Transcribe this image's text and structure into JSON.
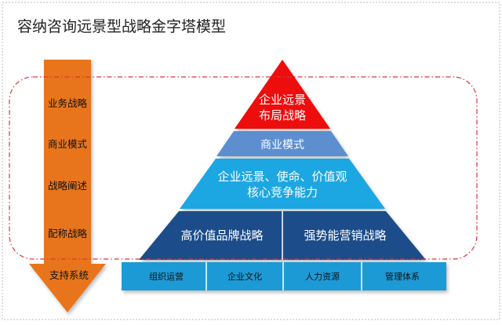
{
  "title": "容纳咨询远景型战略金字塔模型",
  "arrow": {
    "items": [
      "业务战略",
      "商业模式",
      "战略阐述",
      "配称战略",
      "支持系统"
    ]
  },
  "pyramid": {
    "tier1": [
      "企业远景",
      "布局战略"
    ],
    "tier2": "商业模式",
    "tier3": [
      "企业远景、使命、价值观",
      "核心竞争能力"
    ],
    "tier4": {
      "left": "高价值品牌战略",
      "right": "强势能营销战略"
    },
    "base": [
      "组织运营",
      "企业文化",
      "人力资源",
      "管理体系"
    ]
  },
  "colors": {
    "arrow": "#e8741c",
    "tier1": "#ee1111",
    "tier2": "#5b8ed0",
    "tier3": "#1fa7e2",
    "tier4": "#1f4d8a",
    "base": "#1a9ad6",
    "dashed": "#d9363e"
  }
}
